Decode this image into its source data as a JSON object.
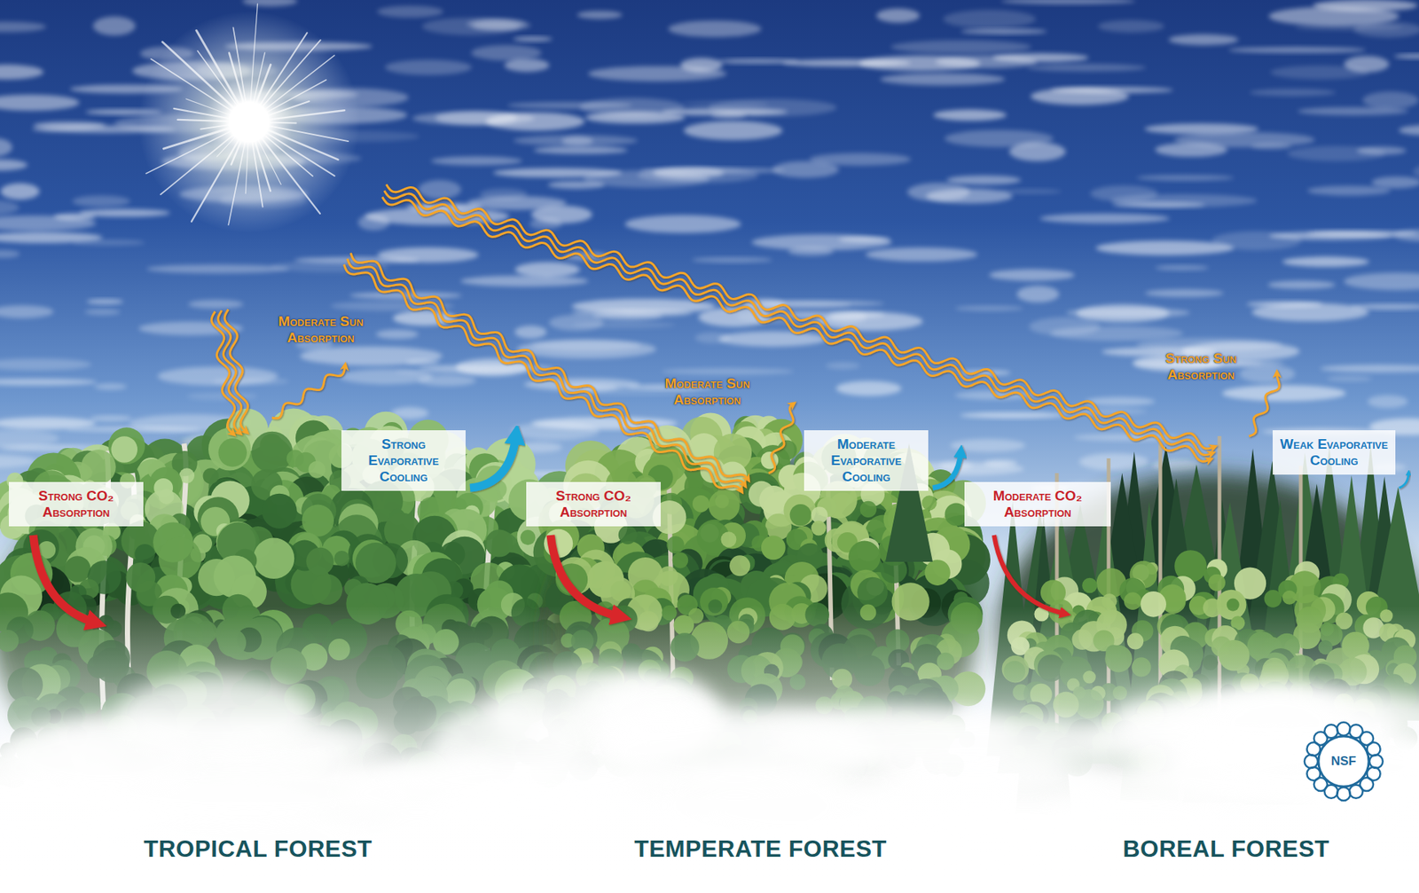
{
  "diagram": {
    "nodes": [
      {
        "text": [
          "Strong CO₂ Absorption"
        ]
      },
      {
        "text": [
          "Strong Evaporative Cooling"
        ]
      },
      {
        "text": [
          "Strong CO₂ Absorption"
        ]
      },
      {
        "text": [
          "Moderate Evaporative Cooling"
        ]
      },
      {
        "text": [
          "Moderate CO₂ Absorption"
        ]
      },
      {
        "text": [
          "Weak Evaporative Cooling"
        ]
      }
    ],
    "labels": [
      "Moderate Sun Absorption",
      "Moderate Sun Absorption",
      "Strong Sun Absorption",
      "TROPICAL FOREST",
      "TEMPERATE FOREST",
      "BOREAL FOREST",
      "NSF"
    ]
  }
}
